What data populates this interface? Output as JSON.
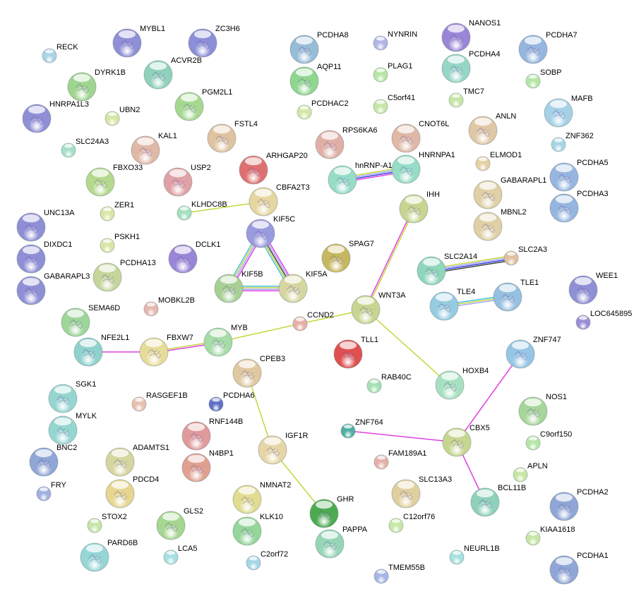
{
  "nodes": [
    {
      "id": "RECK",
      "color": "#a9d3e6"
    },
    {
      "id": "MYBL1",
      "color": "#8f8fd6"
    },
    {
      "id": "ZC3H6",
      "color": "#8c8ed8"
    },
    {
      "id": "ACVR2B",
      "color": "#8fd1bb"
    },
    {
      "id": "DYRK1B",
      "color": "#9fd58f"
    },
    {
      "id": "HNRPA1L3",
      "color": "#8f8fd6"
    },
    {
      "id": "UBN2",
      "color": "#d6e6a6"
    },
    {
      "id": "PGM2L1",
      "color": "#a5d98f"
    },
    {
      "id": "SLC24A3",
      "color": "#a6e0c6"
    },
    {
      "id": "KAL1",
      "color": "#e0b8a6"
    },
    {
      "id": "FSTL4",
      "color": "#e0c3a0"
    },
    {
      "id": "FBXO33",
      "color": "#b5d98c"
    },
    {
      "id": "USP2",
      "color": "#e0a2a6"
    },
    {
      "id": "ARHGAP20",
      "color": "#e07070"
    },
    {
      "id": "ZER1",
      "color": "#d6e6a6"
    },
    {
      "id": "KLHDC8B",
      "color": "#a6e0c0"
    },
    {
      "id": "CBFA2T3",
      "color": "#e6d6a0"
    },
    {
      "id": "UNC13A",
      "color": "#8f8fd6"
    },
    {
      "id": "KIF5C",
      "color": "#9a9ade"
    },
    {
      "id": "PSKH1",
      "color": "#d6e6a6"
    },
    {
      "id": "DIXDC1",
      "color": "#8f8fd6"
    },
    {
      "id": "DCLK1",
      "color": "#9a86d6"
    },
    {
      "id": "PCDHA13",
      "color": "#c6d69a"
    },
    {
      "id": "GABARAPL3",
      "color": "#8f8fd6"
    },
    {
      "id": "KIF5B",
      "color": "#a8d094"
    },
    {
      "id": "KIF5A",
      "color": "#d6d6a0"
    },
    {
      "id": "SPAG7",
      "color": "#c6b860"
    },
    {
      "id": "MOBKL2B",
      "color": "#e6b8b0"
    },
    {
      "id": "SEMA6D",
      "color": "#9ed69a"
    },
    {
      "id": "CCND2",
      "color": "#e6b0a8"
    },
    {
      "id": "WNT3A",
      "color": "#c6d690"
    },
    {
      "id": "IHH",
      "color": "#c6d690"
    },
    {
      "id": "NFE2L1",
      "color": "#8fd1cc"
    },
    {
      "id": "FBXW7",
      "color": "#e6dc9a"
    },
    {
      "id": "MYB",
      "color": "#a6dca6"
    },
    {
      "id": "TLL1",
      "color": "#e05050"
    },
    {
      "id": "CPEB3",
      "color": "#e0c8a0"
    },
    {
      "id": "HOXB4",
      "color": "#a6e0c0"
    },
    {
      "id": "RAB40C",
      "color": "#a6e0b6"
    },
    {
      "id": "SGK1",
      "color": "#96d6d0"
    },
    {
      "id": "RASGEF1B",
      "color": "#e6c0b0"
    },
    {
      "id": "PCDHA6",
      "color": "#6070c6"
    },
    {
      "id": "MYLK",
      "color": "#96d6d0"
    },
    {
      "id": "RNF144B",
      "color": "#e09a9a"
    },
    {
      "id": "IGF1R",
      "color": "#e6d6a6"
    },
    {
      "id": "ZNF764",
      "color": "#50b0a6"
    },
    {
      "id": "CBX5",
      "color": "#c6d690"
    },
    {
      "id": "FAM189A1",
      "color": "#e6b0a8"
    },
    {
      "id": "BNC2",
      "color": "#8fa6d6"
    },
    {
      "id": "ADAMTS1",
      "color": "#d6d6a0"
    },
    {
      "id": "N4BP1",
      "color": "#e0a090"
    },
    {
      "id": "NMNAT2",
      "color": "#e0dc90"
    },
    {
      "id": "PDCD4",
      "color": "#e6d690"
    },
    {
      "id": "FRY",
      "color": "#a0b0e0"
    },
    {
      "id": "SLC13A3",
      "color": "#e0d0a0"
    },
    {
      "id": "GHR",
      "color": "#4caa50"
    },
    {
      "id": "BCL11B",
      "color": "#8fd1bb"
    },
    {
      "id": "STOX2",
      "color": "#c6e6a6"
    },
    {
      "id": "GLS2",
      "color": "#a6d690"
    },
    {
      "id": "KLK10",
      "color": "#96d69a"
    },
    {
      "id": "C12orf76",
      "color": "#c6e6a6"
    },
    {
      "id": "PAPPA",
      "color": "#96d6b6"
    },
    {
      "id": "PARD6B",
      "color": "#96d6d6"
    },
    {
      "id": "LCA5",
      "color": "#a6e0e0"
    },
    {
      "id": "C2orf72",
      "color": "#a6d6e6"
    },
    {
      "id": "NEURL1B",
      "color": "#a6e0e0"
    },
    {
      "id": "TMEM55B",
      "color": "#a6b6e6"
    },
    {
      "id": "PCDHA1",
      "color": "#8fa6d6"
    },
    {
      "id": "KIAA1618",
      "color": "#c6e6a6"
    },
    {
      "id": "PCDHA2",
      "color": "#8fa6d6"
    },
    {
      "id": "APLN",
      "color": "#c6e6a6"
    },
    {
      "id": "C9orf150",
      "color": "#b6e6a6"
    },
    {
      "id": "NOS1",
      "color": "#a6d69a"
    },
    {
      "id": "ZNF747",
      "color": "#96c6e6"
    },
    {
      "id": "WEE1",
      "color": "#8f8fd6"
    },
    {
      "id": "LOC645895",
      "color": "#9a8fd6"
    },
    {
      "id": "TLE4",
      "color": "#96cce0"
    },
    {
      "id": "TLE1",
      "color": "#96c0e0"
    },
    {
      "id": "SLC2A14",
      "color": "#8fd6bb"
    },
    {
      "id": "SLC2A3",
      "color": "#e0c0a0"
    },
    {
      "id": "MBNL2",
      "color": "#e0d0a6"
    },
    {
      "id": "GABARAPL1",
      "color": "#e0d0a6"
    },
    {
      "id": "PCDHA3",
      "color": "#96b6e0"
    },
    {
      "id": "PCDHA5",
      "color": "#96b6e0"
    },
    {
      "id": "ANLN",
      "color": "#e0c8a6"
    },
    {
      "id": "ELMOD1",
      "color": "#e6d0a6"
    },
    {
      "id": "ZNF362",
      "color": "#a6d6e6"
    },
    {
      "id": "MAFB",
      "color": "#a6d0e6"
    },
    {
      "id": "SOBP",
      "color": "#b6e6a6"
    },
    {
      "id": "PCDHA7",
      "color": "#96b6e0"
    },
    {
      "id": "NANOS1",
      "color": "#9a86d6"
    },
    {
      "id": "PCDHA4",
      "color": "#96d6c6"
    },
    {
      "id": "TMC7",
      "color": "#c6e6a6"
    },
    {
      "id": "CNOT6L",
      "color": "#e0b8a6"
    },
    {
      "id": "HNRNPA1",
      "color": "#96dcc6"
    },
    {
      "id": "hnRNP-A1",
      "color": "#96dcc6"
    },
    {
      "id": "RPS6KA6",
      "color": "#e0b0a6"
    },
    {
      "id": "PCDHAC2",
      "color": "#d6e6a6"
    },
    {
      "id": "C5orf41",
      "color": "#c6e6a6"
    },
    {
      "id": "PLAG1",
      "color": "#b6e6a6"
    },
    {
      "id": "NYNRIN",
      "color": "#b0b6e6"
    },
    {
      "id": "PCDHA8",
      "color": "#96bcd6"
    },
    {
      "id": "AQP11",
      "color": "#8fd68f"
    }
  ],
  "edges": [
    {
      "source": "KLHDC8B",
      "target": "CBFA2T3",
      "colors": [
        "#c6d63c"
      ]
    },
    {
      "source": "KIF5C",
      "target": "KIF5B",
      "colors": [
        "#e040e0",
        "#a6a6ff",
        "#c6d63c",
        "#40c0e0"
      ]
    },
    {
      "source": "KIF5C",
      "target": "KIF5A",
      "colors": [
        "#e040e0",
        "#a6a6ff",
        "#404040",
        "#c6d63c",
        "#40c0e0"
      ]
    },
    {
      "source": "KIF5B",
      "target": "KIF5A",
      "colors": [
        "#40c0e0",
        "#c6d63c",
        "#a6a6ff",
        "#e040e0"
      ]
    },
    {
      "source": "hnRNP-A1",
      "target": "HNRNPA1",
      "colors": [
        "#c6d63c",
        "#a6a6ff",
        "#3040e0",
        "#e040e0"
      ]
    },
    {
      "source": "IHH",
      "target": "WNT3A",
      "colors": [
        "#c6d63c",
        "#e040e0"
      ]
    },
    {
      "source": "MYB",
      "target": "CCND2",
      "colors": [
        "#c6d63c"
      ]
    },
    {
      "source": "CCND2",
      "target": "WNT3A",
      "colors": [
        "#c6d63c"
      ]
    },
    {
      "source": "WNT3A",
      "target": "HOXB4",
      "colors": [
        "#c6d63c"
      ]
    },
    {
      "source": "NFE2L1",
      "target": "FBXW7",
      "colors": [
        "#e040e0"
      ]
    },
    {
      "source": "FBXW7",
      "target": "MYB",
      "colors": [
        "#c6d63c",
        "#e040e0"
      ]
    },
    {
      "source": "CPEB3",
      "target": "IGF1R",
      "colors": [
        "#c6d63c"
      ]
    },
    {
      "source": "IGF1R",
      "target": "GHR",
      "colors": [
        "#c6d63c"
      ]
    },
    {
      "source": "SLC2A14",
      "target": "SLC2A3",
      "colors": [
        "#c6d63c",
        "#a6a6ff",
        "#3040e0",
        "#404040"
      ]
    },
    {
      "source": "TLE4",
      "target": "TLE1",
      "colors": [
        "#40c0e0",
        "#c6d63c",
        "#a6a6ff"
      ]
    },
    {
      "source": "ZNF764",
      "target": "CBX5",
      "colors": [
        "#e040e0"
      ]
    },
    {
      "source": "CBX5",
      "target": "ZNF747",
      "colors": [
        "#e040e0"
      ]
    },
    {
      "source": "CBX5",
      "target": "BCL11B",
      "colors": [
        "#e040e0"
      ]
    }
  ]
}
